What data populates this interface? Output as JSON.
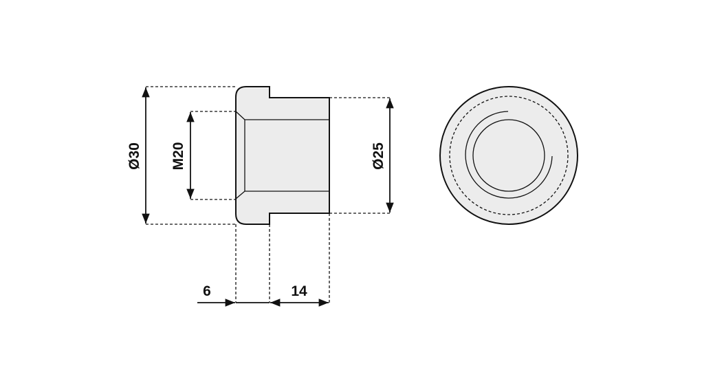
{
  "drawing": {
    "title": "Flanged bushing technical drawing",
    "dimensions": {
      "outer_diameter": "Ø30",
      "thread": "M20",
      "body_diameter": "Ø25",
      "flange_length": "6",
      "body_length": "14"
    },
    "colors": {
      "part_fill": "#ececec",
      "line": "#111111"
    }
  }
}
